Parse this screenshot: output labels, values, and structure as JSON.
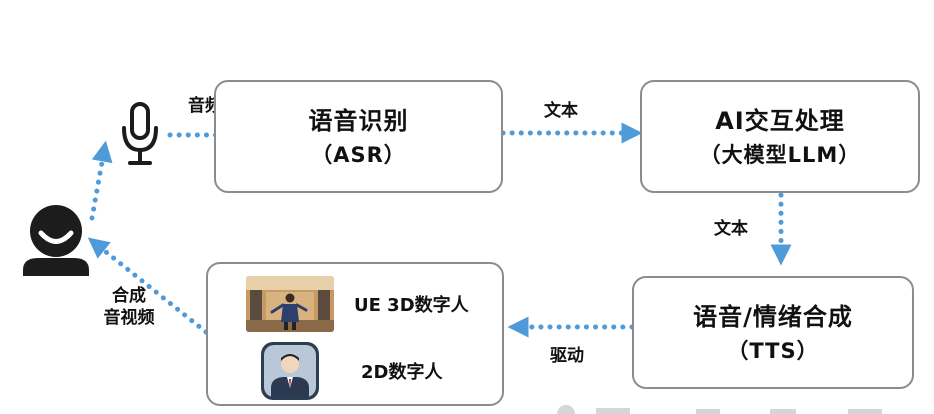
{
  "labels": {
    "audio": "音频",
    "text_top": "文本",
    "text_side": "文本",
    "drive": "驱动",
    "synth_line1": "合成",
    "synth_line2": "音视频"
  },
  "boxes": {
    "asr": {
      "title": "语音识别",
      "subtitle": "（ASR）"
    },
    "llm": {
      "title": "AI交互处理",
      "subtitle": "（大模型LLM）"
    },
    "tts": {
      "title": "语音/情绪合成",
      "subtitle": "（TTS）"
    },
    "avatars": {
      "items": [
        {
          "label": "UE 3D数字人",
          "icon": "3d-avatar-thumbnail"
        },
        {
          "label": "2D数字人",
          "icon": "2d-avatar-thumbnail"
        }
      ]
    }
  },
  "icons": {
    "user": "user-avatar-icon",
    "mic": "microphone-icon"
  },
  "colors": {
    "arrow": "#4f9ad8",
    "box_border": "#8c8c8c",
    "icon": "#1c1c1c"
  }
}
